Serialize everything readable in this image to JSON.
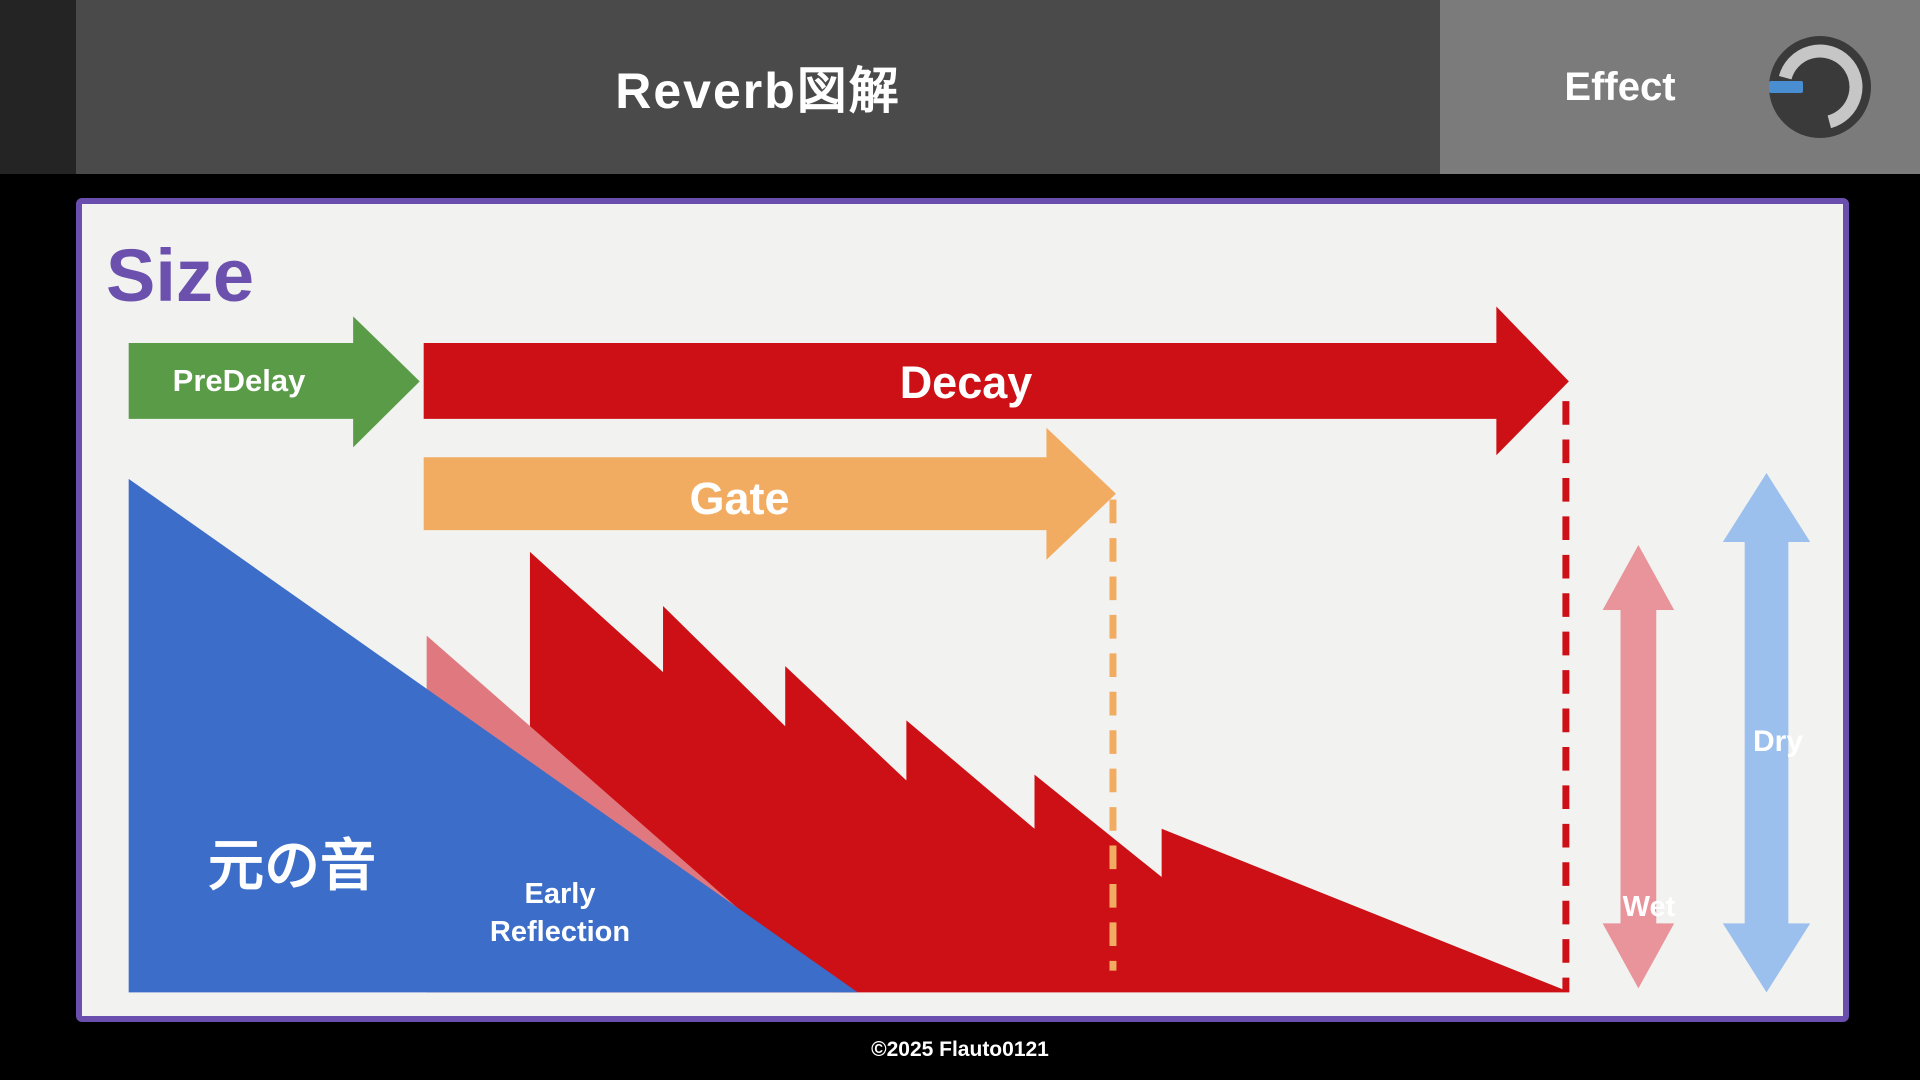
{
  "header": {
    "title": "Reverb図解",
    "effect_tab": "Effect"
  },
  "panel": {
    "size_label": "Size",
    "arrows": {
      "predelay": "PreDelay",
      "decay": "Decay",
      "gate": "Gate"
    },
    "shapes": {
      "source": "元の音",
      "early_reflection": [
        "Early",
        "Reflection"
      ]
    },
    "levels": {
      "wet": "Wet",
      "dry": "Dry"
    }
  },
  "footer": {
    "credit": "©2025 Flauto0121"
  },
  "colors": {
    "panel_border": "#6a4fae",
    "size_text": "#6b50ae",
    "predelay": "#5a9b47",
    "decay": "#cc1016",
    "gate": "#f2ac62",
    "source": "#3c6dc8",
    "early_reflection": "#e0797f",
    "wet": "#e8949a",
    "dry": "#9cc0ee",
    "knob_indicator": "#4a8ed2"
  }
}
